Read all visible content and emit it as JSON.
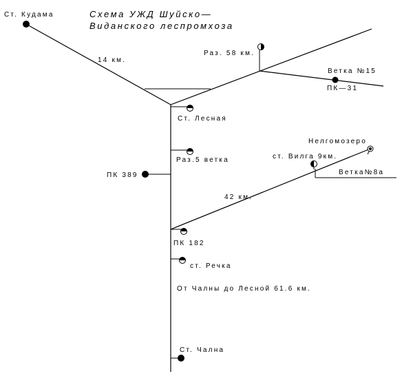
{
  "title": {
    "line1": "Схема УЖД Шуйско—",
    "line2": "Виданского леспромхоза"
  },
  "stations": {
    "kudama": "Ст. Кудама",
    "raz58": "Раз. 58 км.",
    "vetka15": "Ветка №15",
    "pk31": "ПК—31",
    "lesnaya": "Ст. Лесная",
    "raz5": "Раз.5 ветка",
    "pk389": "ПК 389",
    "nelgomozero": "Нелгомозеро",
    "vilga": "ст. Вилга  9км.",
    "vetka8a": "Ветка№8а",
    "pk182": "ПК 182",
    "rechka": "ст. Речка",
    "chalna": "Ст. Чална"
  },
  "distances": {
    "d14": "14 км.",
    "d42": "42 км.",
    "note": "От Чалны до Лесной 61.6 км."
  }
}
